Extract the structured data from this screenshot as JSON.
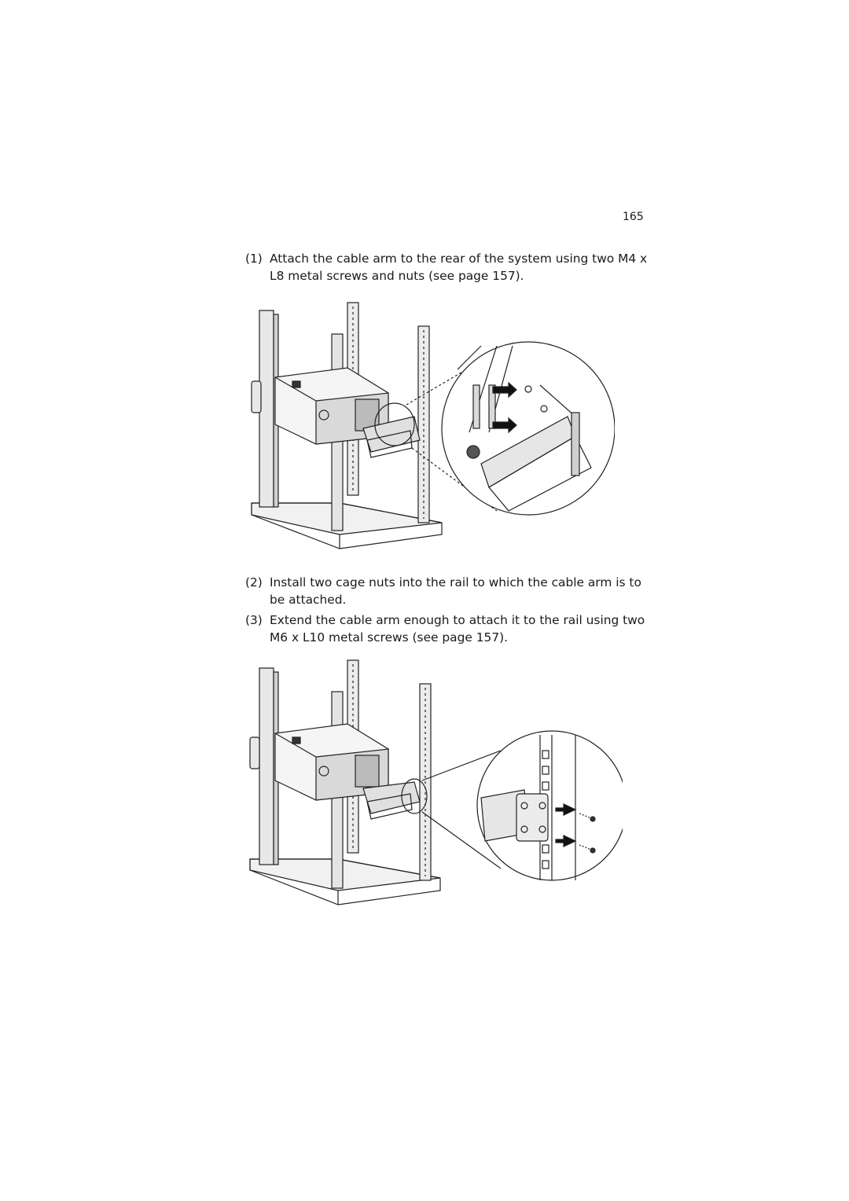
{
  "page": {
    "number": "165"
  },
  "steps": [
    {
      "num": "(1)",
      "text": "Attach the cable arm to the rear of the system using two M4 x L8 metal screws and nuts (see page 157)."
    },
    {
      "num": "(2)",
      "text": "Install two cage nuts into the rail to which the cable arm is to be attached."
    },
    {
      "num": "(3)",
      "text": "Extend the cable arm enough to attach it to the rail using two M6 x L10 metal screws (see page 157)."
    }
  ]
}
